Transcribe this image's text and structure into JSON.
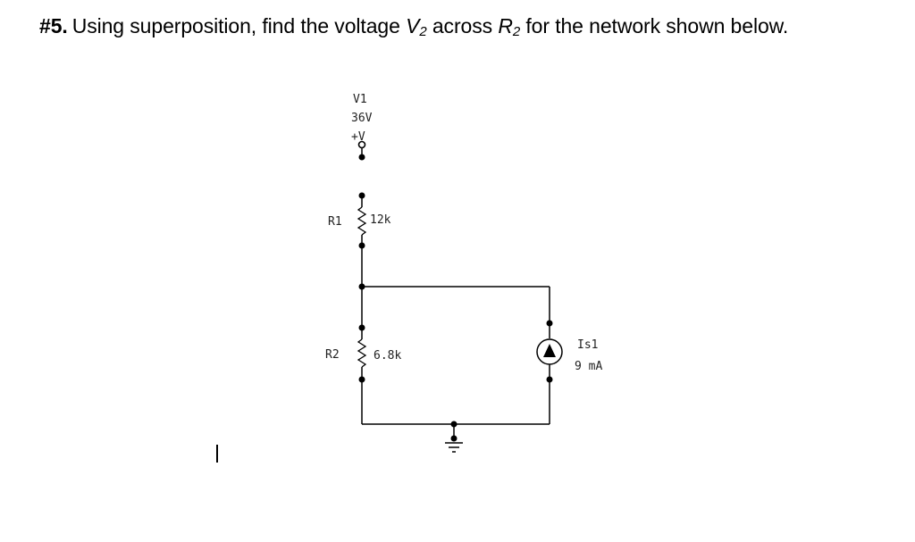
{
  "question": {
    "number": "#5.",
    "part1": "Using superposition, find the voltage ",
    "v_letter": "V",
    "v_sub": "2",
    "part2": " across ",
    "r_letter": "R",
    "r_sub": "2",
    "part3": " for the network shown below."
  },
  "circuit": {
    "v1": {
      "name": "V1",
      "value": "36V",
      "symbol": "+V"
    },
    "r1": {
      "name": "R1",
      "value": "12k"
    },
    "r2": {
      "name": "R2",
      "value": "6.8k"
    },
    "is1": {
      "name": "Is1",
      "value": "9 mA"
    }
  }
}
